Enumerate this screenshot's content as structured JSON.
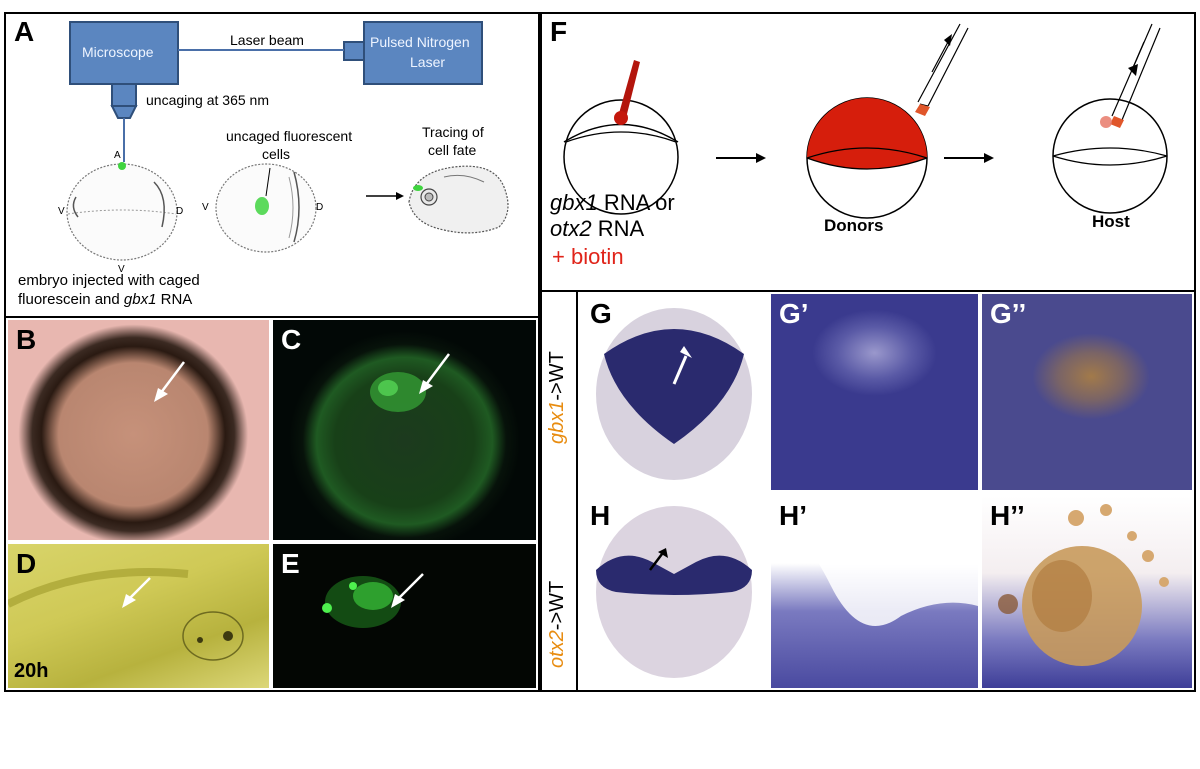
{
  "panels": {
    "A": {
      "letter": "A",
      "microscope": "Microscope",
      "laser_beam": "Laser beam",
      "laser_line1": "Pulsed Nitrogen",
      "laser_line2": "Laser",
      "uncaging": "uncaging at 365 nm",
      "uncaged_line1": "uncaged fluorescent",
      "uncaged_line2": "cells",
      "tracing_line1": "Tracing of",
      "tracing_line2": "cell fate",
      "axis_A": "A",
      "axis_V": "V",
      "axis_D": "D",
      "caption_line1": "embryo injected with caged",
      "caption_line2_pre": "fluorescein and ",
      "caption_line2_gene": "gbx1",
      "caption_line2_post": " RNA"
    },
    "F": {
      "letter": "F",
      "gene1": "gbx1",
      "rna_or": " RNA or",
      "gene2": "otx2",
      "rna": " RNA",
      "biotin": "+ biotin",
      "donors": "Donors",
      "host": "Host"
    },
    "photos": {
      "B": "B",
      "C": "C",
      "D": "D",
      "E": "E",
      "time_label": "20h",
      "G": "G",
      "G1": "G’",
      "G2": "G’’",
      "H": "H",
      "H1": "H’",
      "H2": "H’’"
    },
    "row_labels": {
      "G_gene": "gbx1",
      "G_suffix": "->WT",
      "H_gene": "otx2",
      "H_suffix": "->WT"
    }
  },
  "colors": {
    "box_fill": "#5b86c0",
    "box_stroke": "#2f4f7a",
    "beam": "#4a6fa8",
    "embryo_green": "#3fd43f",
    "donor_red": "#d61e0c",
    "label_orange": "#e88c10",
    "biotin_red": "#e0241a"
  }
}
